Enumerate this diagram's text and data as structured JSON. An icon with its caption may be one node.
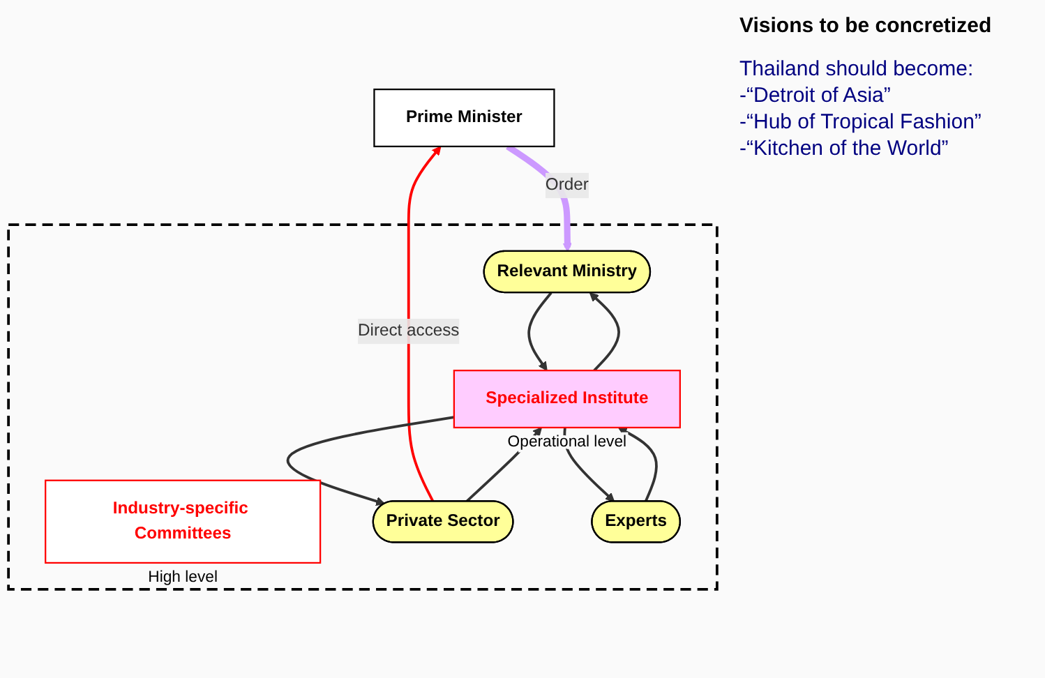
{
  "diagram": {
    "nodes": [
      {
        "text": [
          "Prime Minister"
        ]
      },
      {
        "text": [],
        "shape": "box"
      },
      {
        "text": [
          "Relevant Ministry"
        ],
        "in": 1
      },
      {
        "text": [
          "Industry-specific Committees"
        ],
        "in": 1,
        "beside": [
          "High level"
        ]
      },
      {
        "text": [
          "Specialized Institute"
        ],
        "in": 1,
        "beside": [
          "Operational level"
        ]
      },
      {
        "text": [
          "Private Sector"
        ],
        "in": 1
      },
      {
        "text": [
          "Experts"
        ],
        "in": 1
      }
    ],
    "edges": [
      {
        "from": 0,
        "to": 2,
        "arrow": "to",
        "label": "Order",
        "style": "thick",
        "color": "#cc99ff"
      },
      {
        "from": 5,
        "to": 0,
        "arrow": "to",
        "label": "Direct access",
        "color": "#ff0000"
      },
      {
        "from": 4,
        "to": 2,
        "arrow": "to"
      },
      {
        "from": 2,
        "to": 4,
        "arrow": "to"
      },
      {
        "from": 5,
        "to": 4,
        "arrow": "to"
      },
      {
        "from": 4,
        "to": 5,
        "arrow": "to"
      },
      {
        "from": 4,
        "to": 6,
        "arrow": "to"
      },
      {
        "from": 6,
        "to": 4,
        "arrow": "to"
      }
    ],
    "labels": [
      "Visions to be concretized",
      "Thailand should become:",
      "-“Detroit of Asia”",
      "-“Hub of Tropical Fashion”",
      "-“Kitchen of the World”"
    ]
  }
}
